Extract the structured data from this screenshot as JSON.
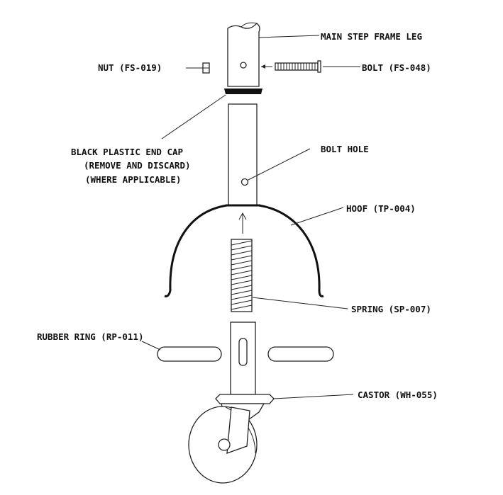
{
  "labels": {
    "main_leg": "MAIN STEP FRAME LEG",
    "nut": "NUT (FS-019)",
    "bolt": "BOLT (FS-048)",
    "end_cap_1": "BLACK PLASTIC END CAP",
    "end_cap_2": "(REMOVE AND DISCARD)",
    "end_cap_3": "(WHERE APPLICABLE)",
    "bolt_hole": "BOLT HOLE",
    "hoof": "HOOF  (TP-004)",
    "spring": "SPRING  (SP-007)",
    "rubber_ring": "RUBBER RING (RP-011)",
    "castor": "CASTOR  (WH-055)"
  }
}
